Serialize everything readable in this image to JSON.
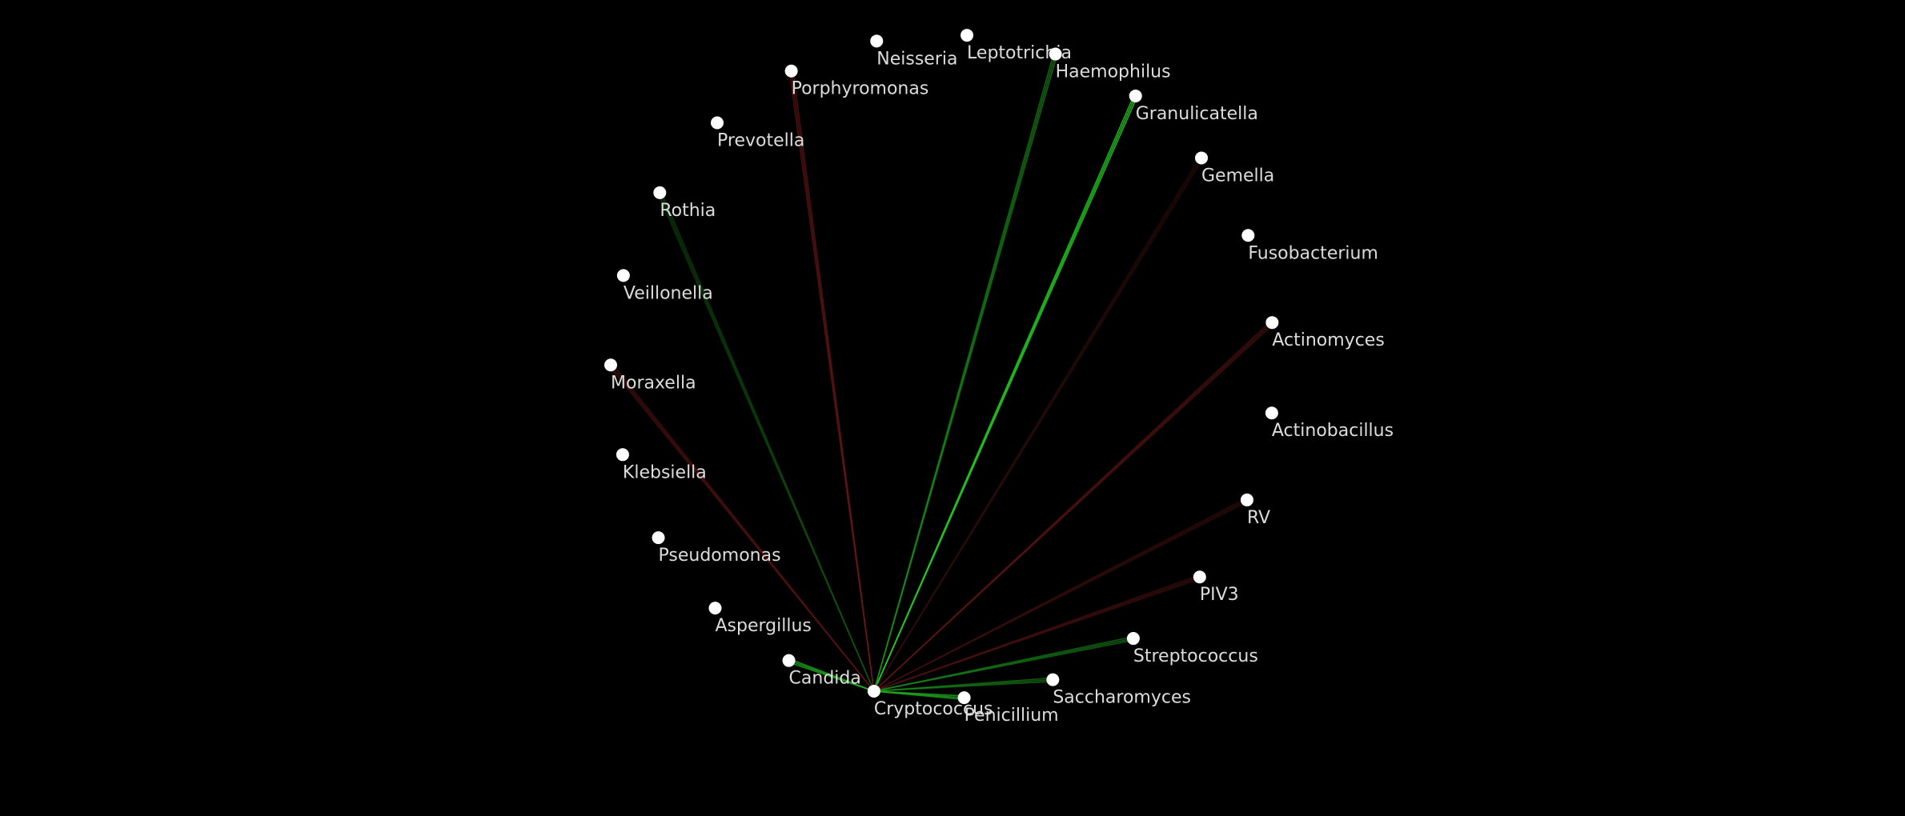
{
  "background": "#000000",
  "node_color": "#ffffff",
  "label_color": "#dcdcdc",
  "hub": "Cryptococcus",
  "nodes": [
    {
      "id": "Neisseria",
      "label": "Neisseria"
    },
    {
      "id": "Leptotrichia",
      "label": "Leptotrichia"
    },
    {
      "id": "Haemophilus",
      "label": "Haemophilus"
    },
    {
      "id": "Granulicatella",
      "label": "Granulicatella"
    },
    {
      "id": "Gemella",
      "label": "Gemella"
    },
    {
      "id": "Fusobacterium",
      "label": "Fusobacterium"
    },
    {
      "id": "Actinomyces",
      "label": "Actinomyces"
    },
    {
      "id": "Actinobacillus",
      "label": "Actinobacillus"
    },
    {
      "id": "RV",
      "label": "RV"
    },
    {
      "id": "PIV3",
      "label": "PIV3"
    },
    {
      "id": "Streptococcus",
      "label": "Streptococcus"
    },
    {
      "id": "Saccharomyces",
      "label": "Saccharomyces"
    },
    {
      "id": "Penicillium",
      "label": "Penicillium"
    },
    {
      "id": "Cryptococcus",
      "label": "Cryptococcus"
    },
    {
      "id": "Candida",
      "label": "Candida"
    },
    {
      "id": "Aspergillus",
      "label": "Aspergillus"
    },
    {
      "id": "Pseudomonas",
      "label": "Pseudomonas"
    },
    {
      "id": "Klebsiella",
      "label": "Klebsiella"
    },
    {
      "id": "Moraxella",
      "label": "Moraxella"
    },
    {
      "id": "Veillonella",
      "label": "Veillonella"
    },
    {
      "id": "Rothia",
      "label": "Rothia"
    },
    {
      "id": "Prevotella",
      "label": "Prevotella"
    },
    {
      "id": "Porphyromonas",
      "label": "Porphyromonas"
    }
  ],
  "edges": [
    {
      "source": "Cryptococcus",
      "target": "Granulicatella",
      "color": "#22cc22",
      "strength": 0.9
    },
    {
      "source": "Cryptococcus",
      "target": "Haemophilus",
      "color": "#1a9a1a",
      "strength": 0.5
    },
    {
      "source": "Cryptococcus",
      "target": "Penicillium",
      "color": "#1fae1f",
      "strength": 0.8
    },
    {
      "source": "Cryptococcus",
      "target": "Candida",
      "color": "#1fae1f",
      "strength": 0.75
    },
    {
      "source": "Cryptococcus",
      "target": "Saccharomyces",
      "color": "#1a8f1a",
      "strength": 0.45
    },
    {
      "source": "Cryptococcus",
      "target": "Streptococcus",
      "color": "#1a8f1a",
      "strength": 0.45
    },
    {
      "source": "Cryptococcus",
      "target": "Rothia",
      "color": "#145f14",
      "strength": 0.3
    },
    {
      "source": "Cryptococcus",
      "target": "Porphyromonas",
      "color": "#7a1a1a",
      "strength": 0.4
    },
    {
      "source": "Cryptococcus",
      "target": "Moraxella",
      "color": "#6a1616",
      "strength": 0.35
    },
    {
      "source": "Cryptococcus",
      "target": "Actinomyces",
      "color": "#6a1616",
      "strength": 0.4
    },
    {
      "source": "Cryptococcus",
      "target": "Gemella",
      "color": "#3a1010",
      "strength": 0.3
    },
    {
      "source": "Cryptococcus",
      "target": "RV",
      "color": "#4a1212",
      "strength": 0.3
    },
    {
      "source": "Cryptococcus",
      "target": "PIV3",
      "color": "#5a1414",
      "strength": 0.35
    }
  ]
}
